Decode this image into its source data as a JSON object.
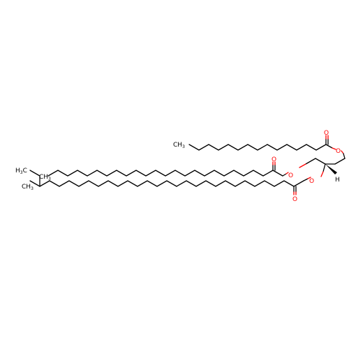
{
  "molecule": {
    "atoms": {
      "o_chain1_ester": "O",
      "o_chain1_carbonyl": "O",
      "o_chain2_ester": "O",
      "o_chain2_carbonyl": "O",
      "o_chain3_ester": "O",
      "o_chain3_carbonyl": "O",
      "stereo_h": "H",
      "end_ch3_chain1": "CH",
      "end_ch3_chain1_sub": "3",
      "end_ch3_chain2": "CH",
      "end_ch3_chain2_sub": "3",
      "end_h3c_chain3": "H",
      "end_h3c_chain3_sub": "3",
      "end_h3c_chain3_c": "C",
      "branch_ch3_chain3": "CH",
      "branch_ch3_chain3_sub": "3"
    },
    "colors": {
      "carbon_bond": "#000000",
      "oxygen": "#ff0000",
      "background": "#ffffff"
    }
  }
}
